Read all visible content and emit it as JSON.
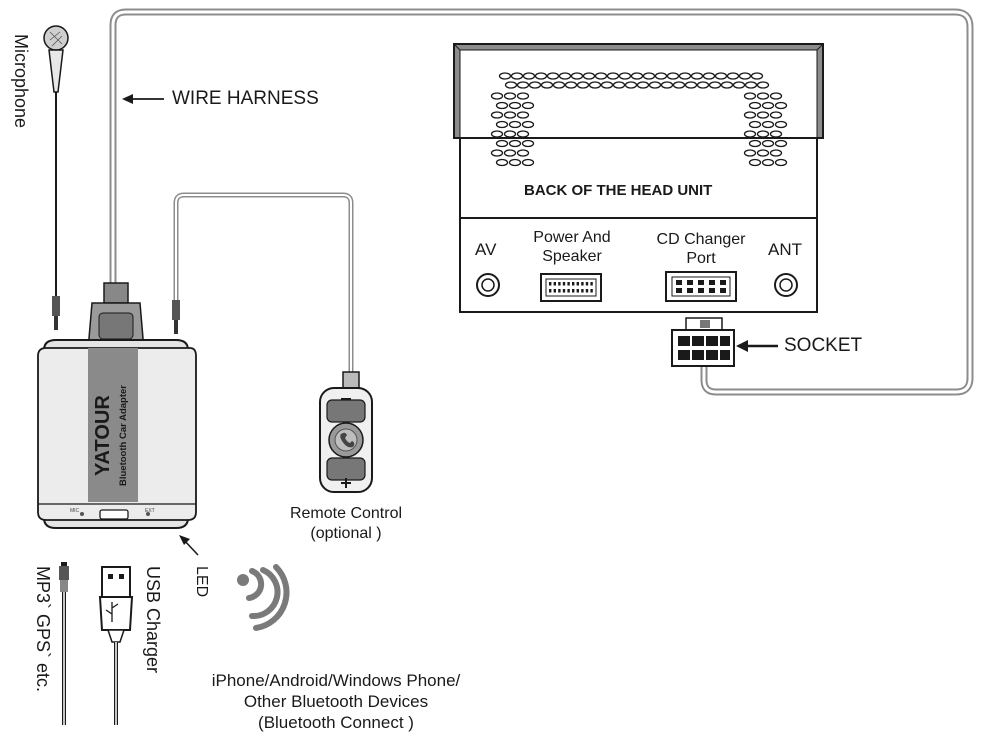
{
  "labels": {
    "microphone": "Microphone",
    "wire_harness": "WIRE HARNESS",
    "back_of_head_unit": "BACK OF THE HEAD UNIT",
    "av": "AV",
    "power_and_speaker": "Power And Speaker",
    "cd_changer_port": "CD Changer Port",
    "ant": "ANT",
    "socket": "SOCKET",
    "remote_control": "Remote Control",
    "remote_optional": "(optional )",
    "led": "LED",
    "usb_charger": "USB Charger",
    "mp3_gps": "MP3` GPS` etc.",
    "bt_devices_line1": "iPhone/Android/Windows Phone/",
    "bt_devices_line2": "Other Bluetooth Devices",
    "bt_devices_line3": "(Bluetooth Connect )"
  },
  "adapter": {
    "brand": "YATOUR",
    "subtitle": "Bluetooth Car Adapter",
    "port_left": "MIC",
    "port_right": "EXT"
  },
  "colors": {
    "line": "#1a1a1a",
    "cable": "#8c8c8c",
    "adapter_body": "#e4e4e4",
    "adapter_stripe": "#8a8a8a",
    "metal": "#b8b8b8"
  }
}
